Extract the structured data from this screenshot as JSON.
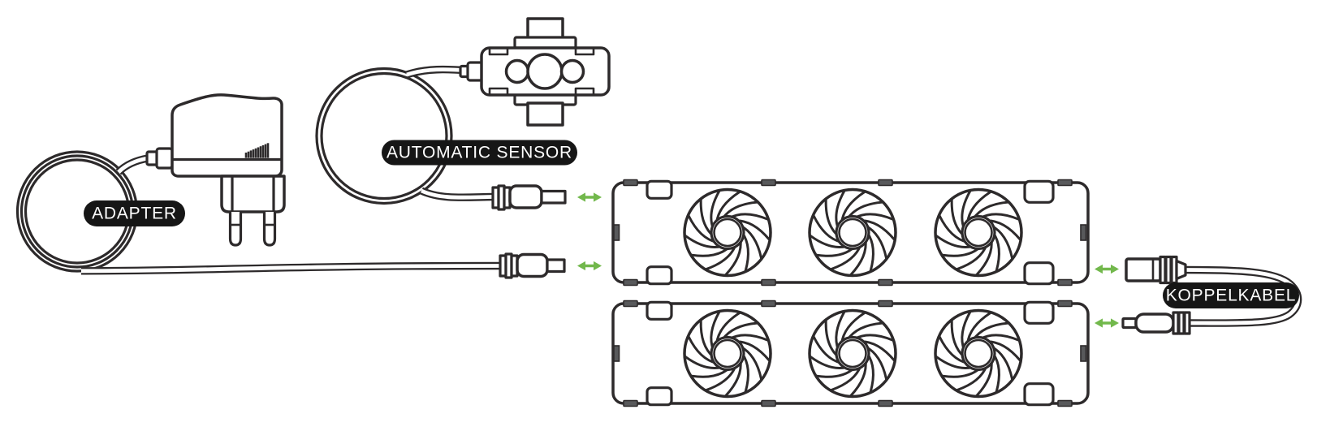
{
  "diagram": {
    "background_color": "#ffffff",
    "line_color": "#2d2a2b",
    "arrow_color": "#72b84c",
    "label_background_color": "#161616",
    "label_text_color": "#ffffff",
    "labels": {
      "adapter": "ADAPTER",
      "automatic_sensor": "AUTOMATIC SENSOR",
      "koppelkabel": "KOPPELKABEL"
    },
    "fan_units": {
      "count": 2,
      "fans_per_unit": 3
    },
    "connection_arrows": {
      "count": 4,
      "direction": "horizontal-double-headed"
    }
  }
}
